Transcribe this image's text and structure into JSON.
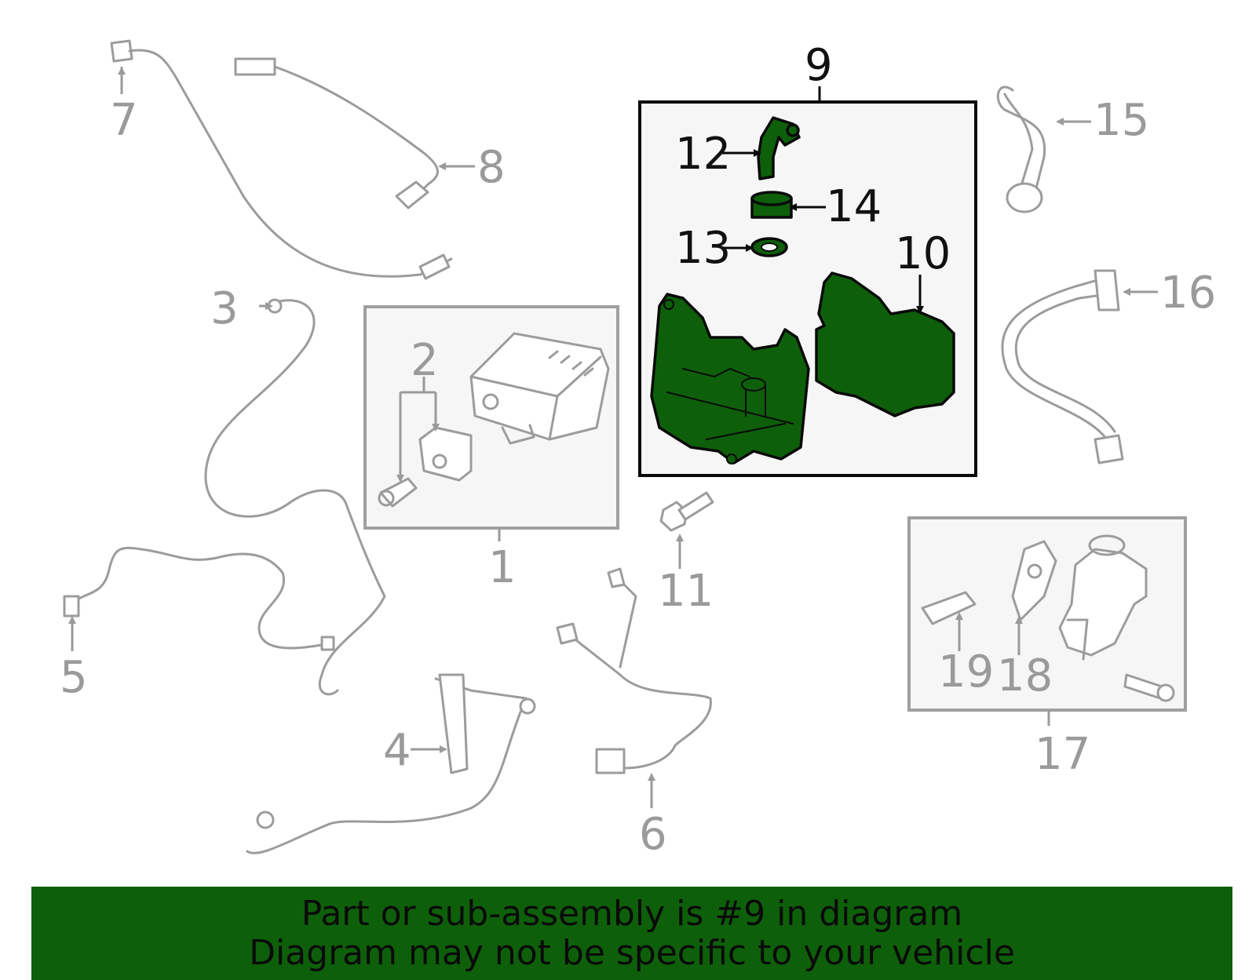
{
  "callouts": {
    "c1": "1",
    "c2": "2",
    "c3": "3",
    "c4": "4",
    "c5": "5",
    "c6": "6",
    "c7": "7",
    "c8": "8",
    "c9": "9",
    "c10": "10",
    "c11": "11",
    "c12": "12",
    "c13": "13",
    "c14": "14",
    "c15": "15",
    "c16": "16",
    "c17": "17",
    "c18": "18",
    "c19": "19"
  },
  "highlighted_part": "9",
  "colors": {
    "highlight_fill": "#0e5f0a",
    "inactive_part": "#9c9c9c",
    "active_outline": "#0a0a0a",
    "banner_background": "#0e5f0a"
  },
  "footer": {
    "line1": "Part or sub-assembly is #9 in diagram",
    "line2": "Diagram may not be specific to your vehicle"
  }
}
